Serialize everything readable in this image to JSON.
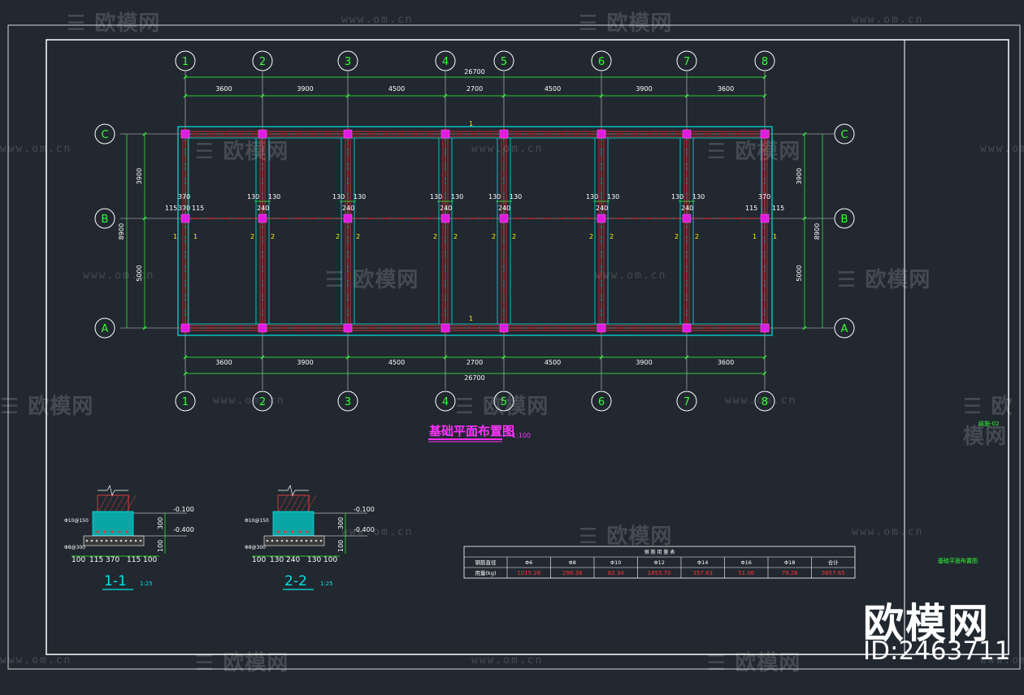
{
  "watermark": {
    "brand": "欧模网",
    "url": "www.om.cn"
  },
  "brand_overlay": {
    "name": "欧模网",
    "id": "ID:2463711"
  },
  "plan": {
    "title": "基础平面布置图",
    "scale": "1:100",
    "total_dim": "26700",
    "total_dim_y": "8900",
    "column_axes": [
      "1",
      "2",
      "3",
      "4",
      "5",
      "6",
      "7",
      "8"
    ],
    "row_axes": [
      "C",
      "B",
      "A"
    ],
    "bay_dims": [
      "3600",
      "3900",
      "4500",
      "2700",
      "4500",
      "3900",
      "3600"
    ],
    "row_dims": [
      "3900",
      "5000"
    ],
    "wall_dims": {
      "edge": [
        "370",
        "115",
        "115"
      ],
      "inner": [
        "130",
        "130",
        "240"
      ]
    },
    "wall_tags": [
      "1",
      "2",
      "2",
      "2",
      "2",
      "2",
      "2",
      "1"
    ],
    "section_mark": "1",
    "drawing_no": "结施-02",
    "side_title": "基础平面布置图"
  },
  "sections": [
    {
      "label": "1-1",
      "scale": "1:25",
      "elev_top": "-0.100",
      "elev_bot": "-0.400",
      "dims": [
        "100",
        "115",
        "370",
        "115",
        "100"
      ],
      "height_dims": [
        "300",
        "100"
      ],
      "rebar_notes": [
        "Φ10@150",
        "Φ8@300"
      ]
    },
    {
      "label": "2-2",
      "scale": "1:25",
      "elev_top": "-0.100",
      "elev_bot": "-0.400",
      "dims": [
        "100",
        "130",
        "240",
        "130",
        "100"
      ],
      "height_dims": [
        "300",
        "100"
      ],
      "rebar_notes": [
        "Φ10@150",
        "Φ8@300"
      ]
    }
  ],
  "steel_table": {
    "title": "钢 筋 用 量 表",
    "headers": [
      "钢筋直径",
      "Φ6",
      "Φ8",
      "Φ10",
      "Φ12",
      "Φ14",
      "Φ16",
      "Φ18",
      "合计"
    ],
    "row_label": "用量(kg)",
    "values": [
      "1015.26",
      "296.38",
      "82.34",
      "1855.70",
      "357.63",
      "51.06",
      "79.28",
      "3657.65"
    ]
  }
}
